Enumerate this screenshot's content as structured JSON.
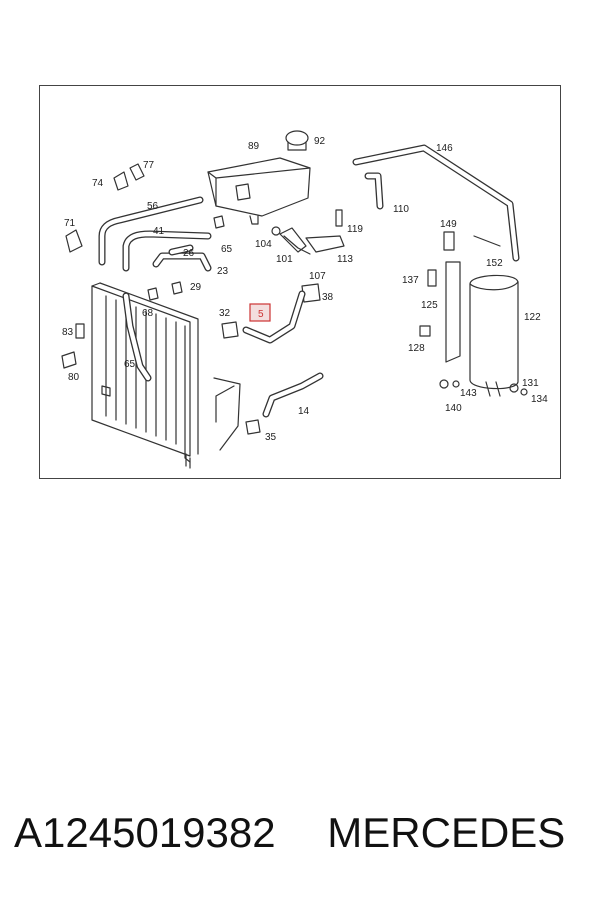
{
  "labels": {
    "p89": "89",
    "p92": "92",
    "p146": "146",
    "p77": "77",
    "p74": "74",
    "p56": "56",
    "p110": "110",
    "p71": "71",
    "p41": "41",
    "p65a": "65",
    "p104": "104",
    "p119": "119",
    "p149": "149",
    "p26": "26",
    "p101": "101",
    "p113": "113",
    "p23": "23",
    "p107": "107",
    "p152": "152",
    "p137": "137",
    "p29": "29",
    "p38": "38",
    "p125": "125",
    "p68": "68",
    "p32": "32",
    "p5": "5",
    "p122": "122",
    "p83": "83",
    "p128": "128",
    "p65b": "65",
    "p80": "80",
    "p131": "131",
    "p143": "143",
    "p134": "134",
    "p14": "14",
    "p140": "140",
    "p35": "35"
  },
  "caption": {
    "part_number": "A1245019382",
    "brand": "MERCEDES"
  },
  "colors": {
    "highlight": "#cc3333",
    "line": "#333333"
  }
}
